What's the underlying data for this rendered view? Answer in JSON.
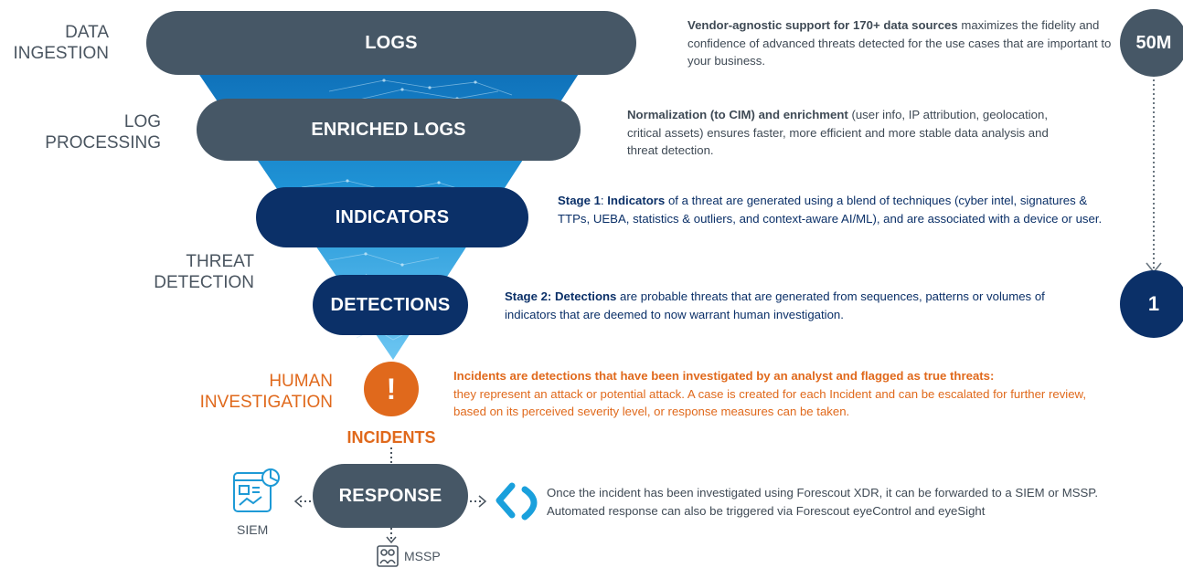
{
  "stages": {
    "data_ingestion": [
      "DATA",
      "INGESTION"
    ],
    "log_processing": [
      "LOG",
      "PROCESSING"
    ],
    "threat_detection": [
      "THREAT",
      "DETECTION"
    ],
    "human_investigation": [
      "HUMAN",
      "INVESTIGATION"
    ]
  },
  "funnel": {
    "logs": "LOGS",
    "enriched_logs": "ENRICHED LOGS",
    "indicators": "INDICATORS",
    "detections": "DETECTIONS",
    "incident_symbol": "!",
    "incidents": "INCIDENTS",
    "response": "RESPONSE"
  },
  "descriptions": {
    "logs": {
      "bold": "Vendor-agnostic support for 170+ data sources",
      "rest": " maximizes the fidelity and confidence of advanced threats detected for the use cases that are important to your business."
    },
    "enriched_logs": {
      "bold": "Normalization (to CIM) and enrichment",
      "rest": " (user info, IP attribution, geolocation, critical assets) ensures faster, more efficient and more stable data analysis and threat detection."
    },
    "indicators": {
      "bold1": "Stage 1",
      "mid": ": ",
      "bold2": "Indicators",
      "rest": " of a threat are generated using a blend of techniques (cyber intel, signatures & TTPs, UEBA, statistics & outliers, and context-aware AI/ML), and are associated with a device or user."
    },
    "detections": {
      "bold": "Stage 2: Detections",
      "rest": " are probable threats that are generated from sequences, patterns or volumes of indicators that are deemed to now warrant human investigation."
    },
    "incidents": {
      "bold": "Incidents are detections that have been investigated by an analyst and flagged as true threats:",
      "rest": "they represent an attack or potential attack. A case is created for each Incident and can be escalated for further review, based on its perceived severity level, or response measures can be taken."
    },
    "response": "Once the incident has been investigated using Forescout XDR, it can be forwarded to a SIEM or MSSP. Automated response can also be triggered via Forescout eyeControl and eyeSight"
  },
  "scale": {
    "top": "50M",
    "bottom": "1"
  },
  "outputs": {
    "siem": "SIEM",
    "mssp": "MSSP"
  },
  "colors": {
    "gray": "#465766",
    "navy": "#0b3068",
    "orange": "#e0691c",
    "blue": "#1aa0dc"
  }
}
